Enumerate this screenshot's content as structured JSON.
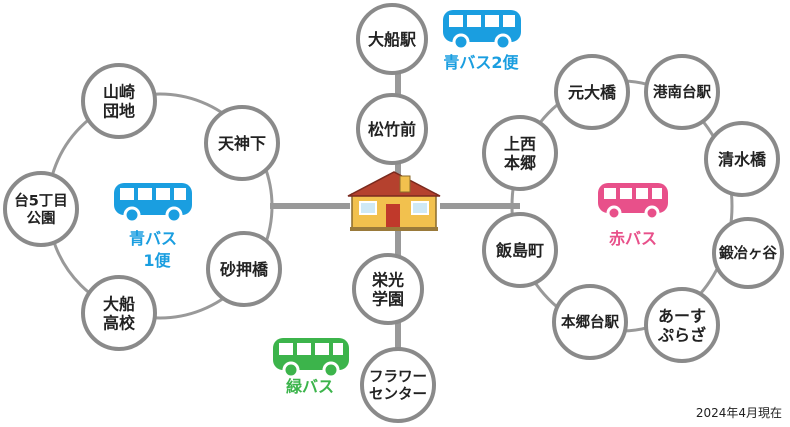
{
  "colors": {
    "blue": "#1a9ee0",
    "green": "#3cb44b",
    "pink": "#e8508a",
    "line_gray": "#999999",
    "node_fill": "#ffffff",
    "node_stroke": "#8a8a8a"
  },
  "routes": {
    "blue1": {
      "label_line1": "青バス",
      "label_line2": "1便"
    },
    "blue2": {
      "label": "青バス2便"
    },
    "red": {
      "label": "赤バス"
    },
    "green": {
      "label": "緑バス"
    }
  },
  "icons": {
    "hub": "house-icon",
    "bus": "bus-icon"
  },
  "stations": {
    "yamasaki": [
      "山崎",
      "団地"
    ],
    "tenjinshita": [
      "天神下"
    ],
    "dai5": [
      "台5丁目",
      "公園"
    ],
    "sunaoshi": [
      "砂押橋"
    ],
    "ofunakoko": [
      "大船",
      "高校"
    ],
    "ofunaeki": [
      "大船駅"
    ],
    "matsutakemae": [
      "松竹前"
    ],
    "eiko": [
      "栄光",
      "学園"
    ],
    "flower": [
      "フラワー",
      "センター"
    ],
    "kaminishi": [
      "上西",
      "本郷"
    ],
    "motoohashi": [
      "元大橋"
    ],
    "konandai": [
      "港南台駅"
    ],
    "shimizubashi": [
      "清水橋"
    ],
    "kajigaya": [
      "鍛冶ヶ谷"
    ],
    "asuplaza": [
      "あーす",
      "ぷらざ"
    ],
    "hongodai": [
      "本郷台駅"
    ],
    "iijima": [
      "飯島町"
    ]
  },
  "footer": {
    "date_note": "2024年4月現在"
  }
}
